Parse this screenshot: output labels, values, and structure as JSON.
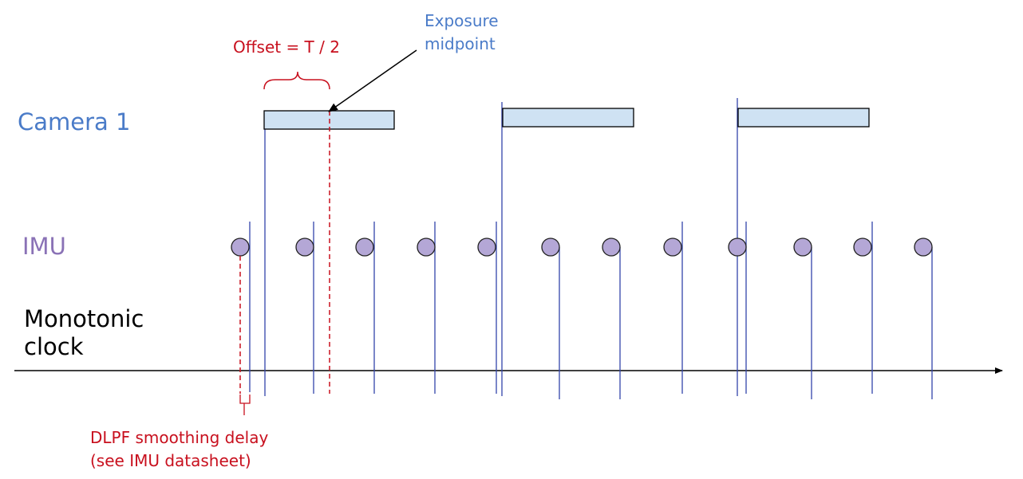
{
  "labels": {
    "camera": "Camera 1",
    "imu": "IMU",
    "clock_line1": "Monotonic",
    "clock_line2": "clock",
    "offset": "Offset = T / 2",
    "exposure_line1": "Exposure",
    "exposure_line2": "midpoint",
    "dlpf_line1": "DLPF smoothing delay",
    "dlpf_line2": "(see IMU datasheet)"
  },
  "colors": {
    "camera": "#4a7bc8",
    "imu": "#8a72b6",
    "clock": "#000000",
    "annotation": "#c8101e",
    "exposure_fill": "#cfe2f3",
    "imu_dot_fill": "#b4a7d6",
    "tick_line": "#3344aa"
  },
  "counts": {
    "camera_frames": 3,
    "imu_samples": 12
  }
}
